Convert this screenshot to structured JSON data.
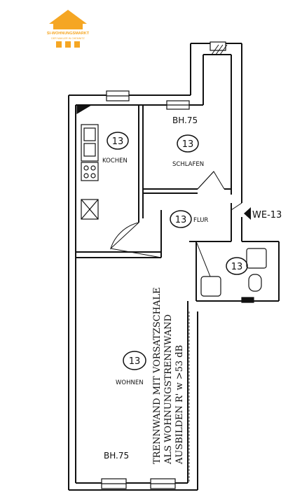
{
  "logo": {
    "line1": "SI-WOHNUNGSMARKT",
    "line2": "DER MAKLER IN CHEMNITZ",
    "accent": "#f5a623"
  },
  "rooms": {
    "kitchen": {
      "label": "KOCHEN",
      "unit": "13"
    },
    "bedroom": {
      "label": "SCHLAFEN",
      "unit": "13",
      "window_height": "BH.75"
    },
    "hall": {
      "label": "FLUR",
      "unit": "13"
    },
    "bathroom": {
      "unit": "13"
    },
    "living": {
      "label": "WOHNEN",
      "unit": "13",
      "window_height": "BH.75"
    }
  },
  "entrance": {
    "label": "WE-13"
  },
  "wall_note": {
    "line1": "TRENNWAND MIT VORSATZSCHALE",
    "line2": "ALS WOHNUNGSTRENNWAND",
    "line3": "AUSBILDEN R' w >53 dB"
  },
  "colors": {
    "ink": "#111111",
    "paper": "#ffffff",
    "logo": "#f5a623"
  }
}
